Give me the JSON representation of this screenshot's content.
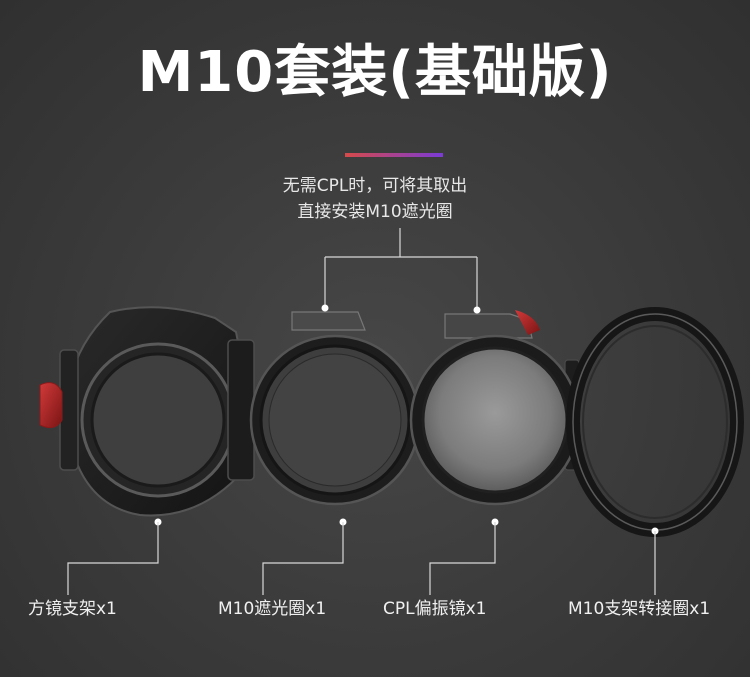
{
  "title": "M10套装(基础版)",
  "accent_colors": [
    "#d64a4a",
    "#7a3bd6"
  ],
  "note": {
    "line1": "无需CPL时，可将其取出",
    "line2": "直接安装M10遮光圈"
  },
  "items": [
    {
      "label": "方镜支架x1",
      "icon": "filter-holder-image"
    },
    {
      "label": "M10遮光圈x1",
      "icon": "lens-hood-ring-image"
    },
    {
      "label": "CPL偏振镜x1",
      "icon": "cpl-polarizer-image"
    },
    {
      "label": "M10支架转接圈x1",
      "icon": "adapter-ring-image"
    }
  ]
}
